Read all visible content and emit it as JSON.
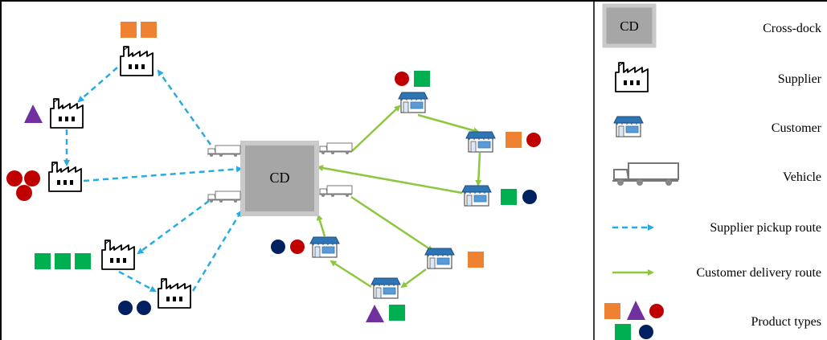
{
  "cross_dock": {
    "label": "CD"
  },
  "legend": {
    "cross_dock_label": "Cross-dock",
    "cross_dock_icon_text": "CD",
    "supplier_label": "Supplier",
    "customer_label": "Customer",
    "vehicle_label": "Vehicle",
    "pickup_route_label": "Supplier pickup route",
    "delivery_route_label": "Customer delivery route",
    "product_types_label": "Product types"
  },
  "colors": {
    "pickup_route": "#29abe2",
    "delivery_route": "#8dc63f",
    "orange": "#ef8132",
    "red": "#c00000",
    "purple": "#7030a0",
    "green": "#00b050",
    "navy": "#002060",
    "cd_fill": "#a6a6a6",
    "cd_border": "#bfbfbf",
    "customer_roof": "#2e75b6",
    "customer_window": "#5b9bd5"
  },
  "products": {
    "supplier_top": [
      "orange-square",
      "orange-square"
    ],
    "supplier_triangle": [
      "purple-triangle"
    ],
    "supplier_red": [
      "red-circle",
      "red-circle",
      "red-circle"
    ],
    "supplier_green": [
      "green-square",
      "green-square",
      "green-square"
    ],
    "supplier_navy": [
      "navy-circle",
      "navy-circle"
    ],
    "customer_top": [
      "red-circle",
      "green-square"
    ],
    "customer_right": [
      "orange-square",
      "red-circle"
    ],
    "customer_mid": [
      "green-square",
      "navy-circle"
    ],
    "customer_lower_right": [
      "orange-square"
    ],
    "customer_bottom": [
      "purple-triangle",
      "green-square"
    ],
    "customer_lower_left": [
      "navy-circle",
      "red-circle"
    ]
  }
}
